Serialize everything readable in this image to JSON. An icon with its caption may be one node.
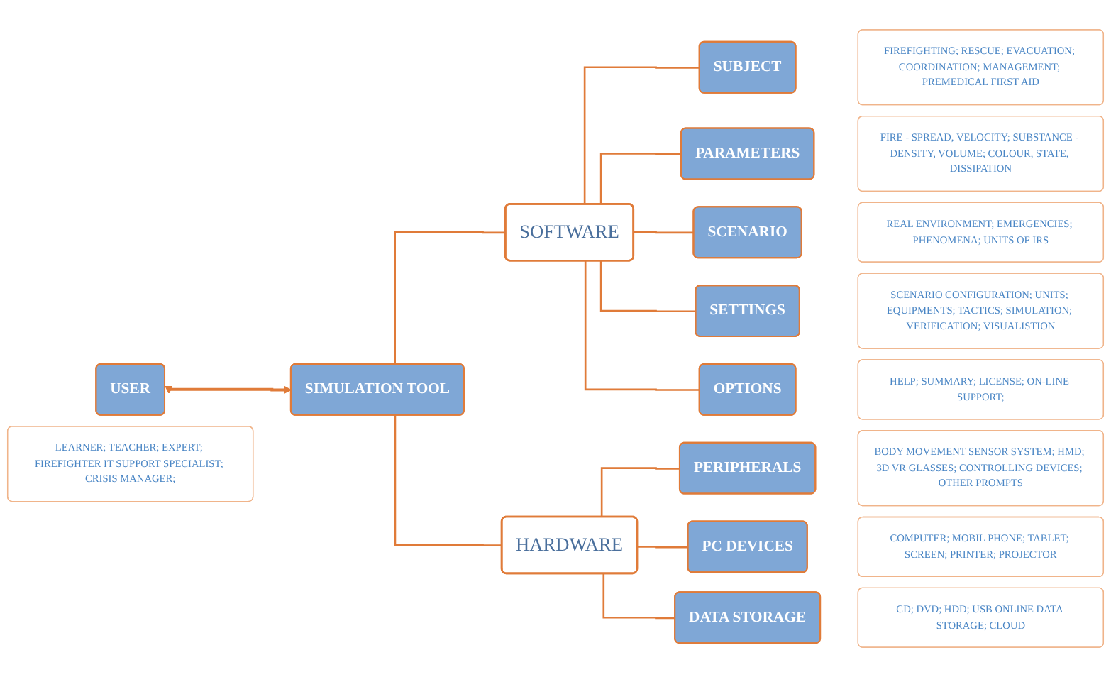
{
  "diagram": {
    "nodes": [
      {
        "text": [
          "USER"
        ]
      },
      {
        "text": [
          "LEARNER; TEACHER; EXPERT; FIREFIGHTER IT SUPPORT SPECIALIST; CRISIS MANAGER;"
        ]
      },
      {
        "text": [
          "SIMULATION TOOL"
        ]
      },
      {
        "text": [
          "SOFTWARE"
        ]
      },
      {
        "text": [
          "HARDWARE"
        ]
      },
      {
        "text": [
          "SUBJECT"
        ]
      },
      {
        "text": [
          "FIREFIGHTING; RESCUE; EVACUATION; COORDINATION; MANAGEMENT; PREMEDICAL FIRST AID"
        ]
      },
      {
        "text": [
          "PARAMETERS"
        ]
      },
      {
        "text": [
          "FIRE - SPREAD, VELOCITY; SUBSTANCE - DENSITY, VOLUME; COLOUR, STATE, DISSIPATION"
        ]
      },
      {
        "text": [
          "SCENARIO"
        ]
      },
      {
        "text": [
          "REAL ENVIRONMENT; EMERGENCIES; PHENOMENA; UNITS OF IRS"
        ]
      },
      {
        "text": [
          "SETTINGS"
        ]
      },
      {
        "text": [
          "SCENARIO CONFIGURATION; UNITS; EQUIPMENTS; TACTICS; SIMULATION; VERIFICATION; VISUALISTION"
        ]
      },
      {
        "text": [
          "OPTIONS"
        ]
      },
      {
        "text": [
          "HELP; SUMMARY; LICENSE; ON-LINE SUPPORT;"
        ]
      },
      {
        "text": [
          "PERIPHERALS"
        ]
      },
      {
        "text": [
          "BODY MOVEMENT SENSOR SYSTEM; HMD; 3D VR GLASSES; CONTROLLING DEVICES; OTHER PROMPTS"
        ]
      },
      {
        "text": [
          "PC DEVICES"
        ]
      },
      {
        "text": [
          "COMPUTER; MOBIL PHONE; TABLET; SCREEN; PRINTER; PROJECTOR"
        ]
      },
      {
        "text": [
          "DATA STORAGE"
        ]
      },
      {
        "text": [
          "CD; DVD; HDD; USB ONLINE DATA STORAGE; CLOUD"
        ]
      }
    ],
    "edges": [
      {
        "from": 0,
        "to": 2,
        "arrow": "both"
      },
      {
        "from": 2,
        "to": 3,
        "arrow": "none"
      },
      {
        "from": 2,
        "to": 4,
        "arrow": "none"
      },
      {
        "from": 3,
        "to": 5,
        "arrow": "none"
      },
      {
        "from": 3,
        "to": 7,
        "arrow": "none"
      },
      {
        "from": 3,
        "to": 9,
        "arrow": "none"
      },
      {
        "from": 3,
        "to": 11,
        "arrow": "none"
      },
      {
        "from": 3,
        "to": 13,
        "arrow": "none"
      },
      {
        "from": 4,
        "to": 15,
        "arrow": "none"
      },
      {
        "from": 4,
        "to": 17,
        "arrow": "none"
      },
      {
        "from": 4,
        "to": 19,
        "arrow": "none"
      }
    ]
  }
}
